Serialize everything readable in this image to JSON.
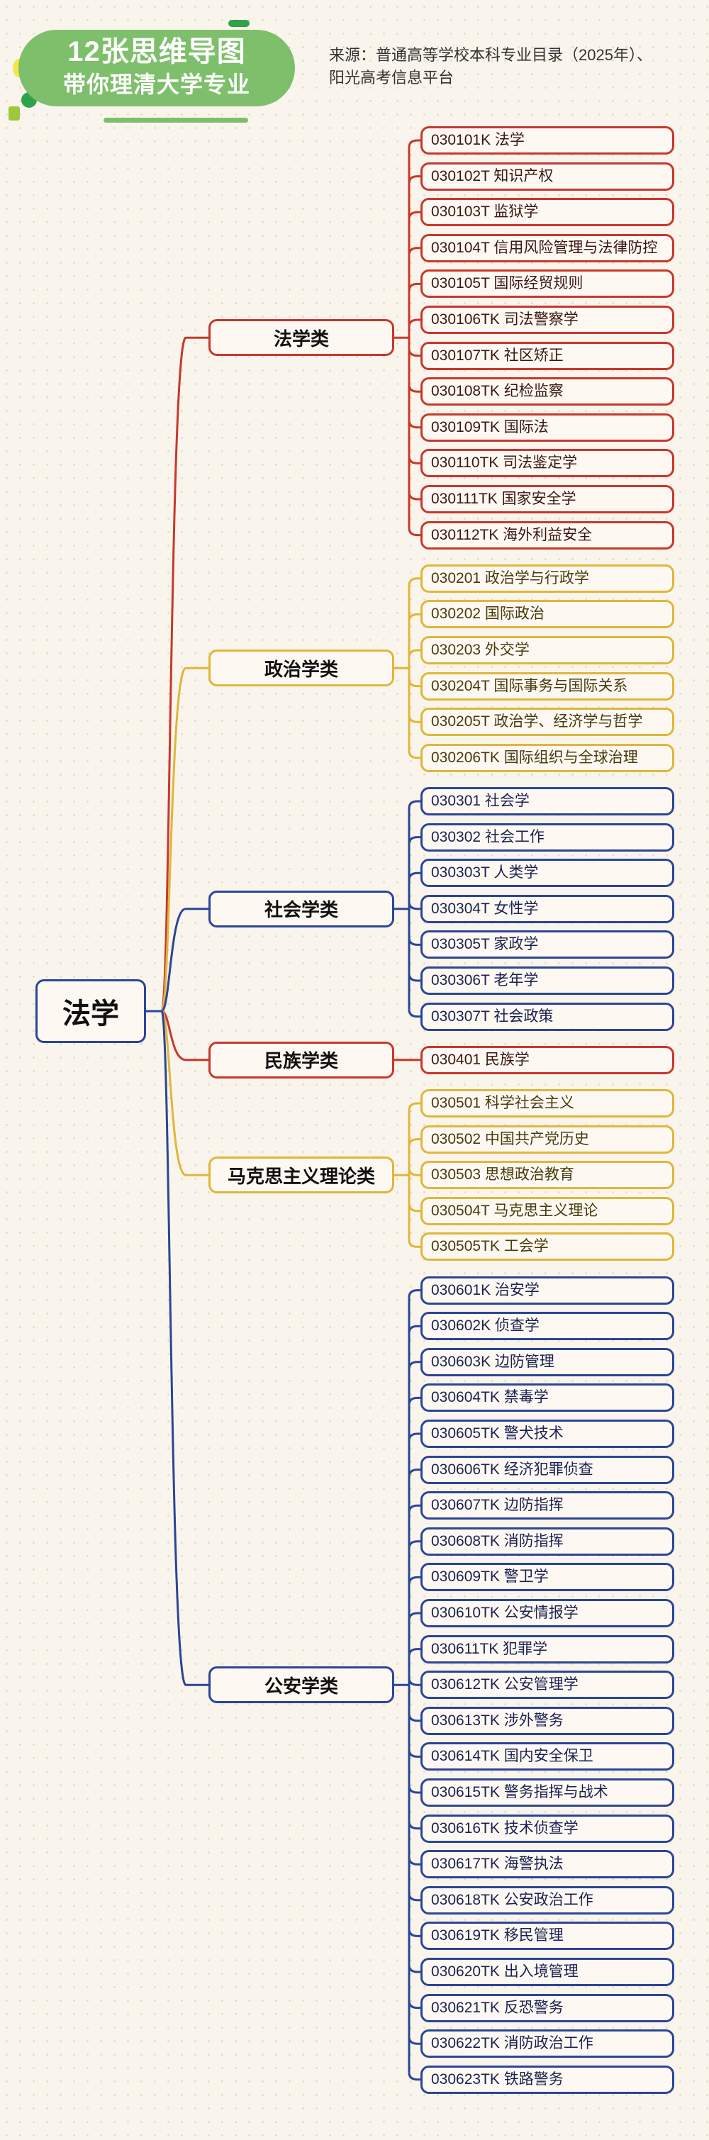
{
  "header": {
    "title_line1": "12张思维导图",
    "title_line2": "带你理清大学专业",
    "source_line1": "来源：普通高等学校本科专业目录（2025年）、",
    "source_line2": "阳光高考信息平台"
  },
  "colors": {
    "red": "#c8372d",
    "yellow": "#e0b63a",
    "blue": "#2b4597",
    "green": "#7dbf6a"
  },
  "root": {
    "label": "法学"
  },
  "groups": [
    {
      "label": "法学类",
      "color": "red",
      "text_color": "#3b1612",
      "items": [
        "030101K 法学",
        "030102T 知识产权",
        "030103T 监狱学",
        "030104T 信用风险管理与法律防控",
        "030105T 国际经贸规则",
        "030106TK 司法警察学",
        "030107TK 社区矫正",
        "030108TK 纪检监察",
        "030109TK 国际法",
        "030110TK 司法鉴定学",
        "030111TK 国家安全学",
        "030112TK 海外利益安全"
      ]
    },
    {
      "label": "政治学类",
      "color": "yellow",
      "text_color": "#4a3a0c",
      "items": [
        "030201 政治学与行政学",
        "030202 国际政治",
        "030203 外交学",
        "030204T 国际事务与国际关系",
        "030205T 政治学、经济学与哲学",
        "030206TK 国际组织与全球治理"
      ]
    },
    {
      "label": "社会学类",
      "color": "blue",
      "text_color": "#1a2152",
      "items": [
        "030301 社会学",
        "030302 社会工作",
        "030303T 人类学",
        "030304T 女性学",
        "030305T 家政学",
        "030306T 老年学",
        "030307T 社会政策"
      ]
    },
    {
      "label": "民族学类",
      "color": "red",
      "text_color": "#3b1612",
      "items": [
        "030401 民族学"
      ]
    },
    {
      "label": "马克思主义理论类",
      "color": "yellow",
      "text_color": "#4a3a0c",
      "items": [
        "030501 科学社会主义",
        "030502 中国共产党历史",
        "030503 思想政治教育",
        "030504T 马克思主义理论",
        "030505TK 工会学"
      ]
    },
    {
      "label": "公安学类",
      "color": "blue",
      "text_color": "#1a2152",
      "items": [
        "030601K 治安学",
        "030602K 侦查学",
        "030603K 边防管理",
        "030604TK 禁毒学",
        "030605TK 警犬技术",
        "030606TK 经济犯罪侦查",
        "030607TK 边防指挥",
        "030608TK 消防指挥",
        "030609TK 警卫学",
        "030610TK 公安情报学",
        "030611TK 犯罪学",
        "030612TK 公安管理学",
        "030613TK 涉外警务",
        "030614TK 国内安全保卫",
        "030615TK 警务指挥与战术",
        "030616TK 技术侦查学",
        "030617TK 海警执法",
        "030618TK 公安政治工作",
        "030619TK 移民管理",
        "030620TK 出入境管理",
        "030621TK 反恐警务",
        "030622TK 消防政治工作",
        "030623TK 铁路警务"
      ]
    }
  ]
}
